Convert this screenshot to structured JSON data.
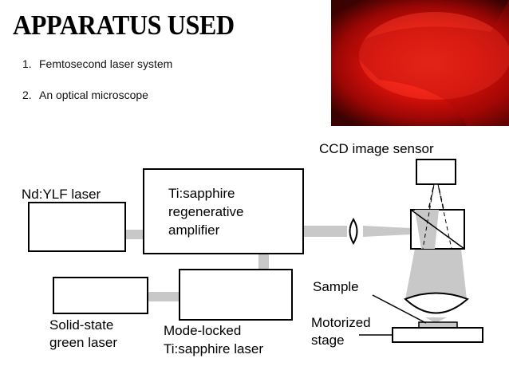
{
  "slide": {
    "title": "APPARATUS USED",
    "items": [
      {
        "number": "1.",
        "label": "Femtosecond laser system"
      },
      {
        "number": "2.",
        "label": "An optical microscope"
      }
    ]
  },
  "photo": {
    "description_icon": "red-laser-glow-image",
    "color": "#e3120b"
  },
  "diagram": {
    "labels": {
      "ccd": "CCD image sensor",
      "ndylf": "Nd:YLF laser",
      "regen_line1": "Ti:sapphire",
      "regen_line2": "regenerative",
      "regen_line3": "amplifier",
      "sample": "Sample",
      "motorized_line1": "Motorized",
      "motorized_line2": "stage",
      "solid_line1": "Solid-state",
      "solid_line2": "green laser",
      "mode_line1": "Mode-locked",
      "mode_line2": "Ti:sapphire laser"
    },
    "beam_color": "#c8c8c8"
  }
}
